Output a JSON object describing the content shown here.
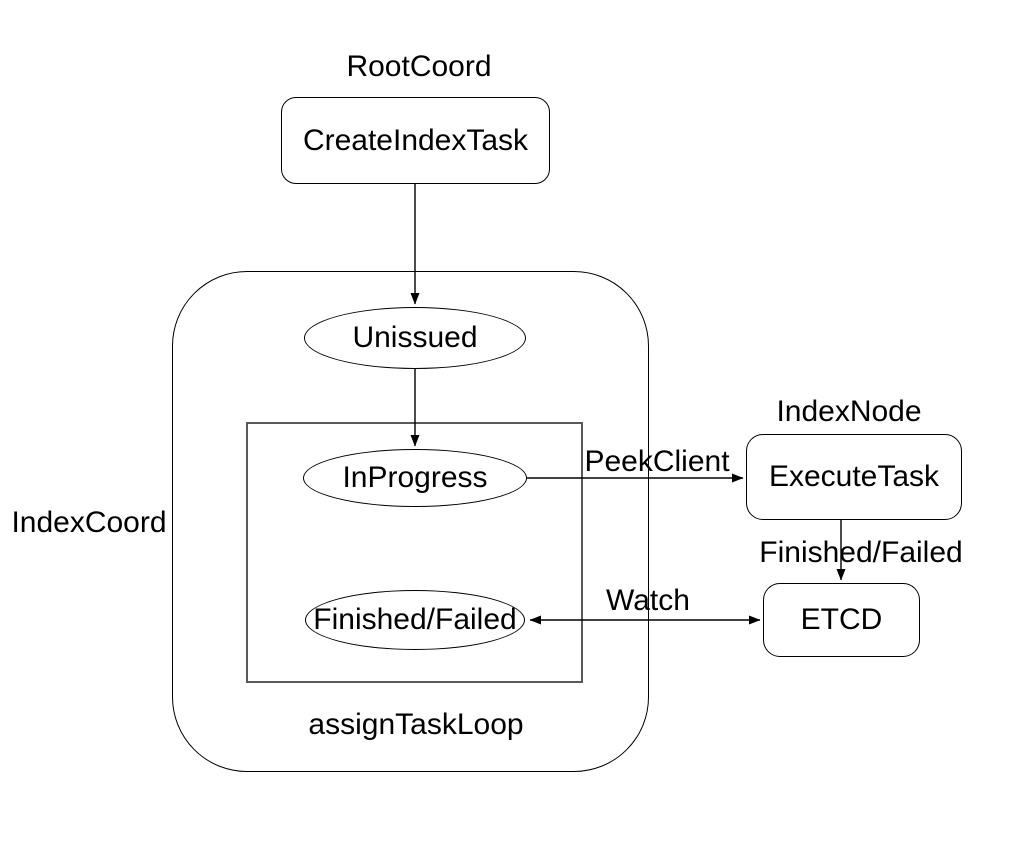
{
  "labels": {
    "root_coord": "RootCoord",
    "index_node": "IndexNode",
    "index_coord": "IndexCoord",
    "assign_task_loop": "assignTaskLoop"
  },
  "nodes": {
    "create_index_task": {
      "label": "CreateIndexTask",
      "shape": "rounded-rect"
    },
    "unissued": {
      "label": "Unissued",
      "shape": "ellipse"
    },
    "in_progress": {
      "label": "InProgress",
      "shape": "ellipse"
    },
    "finished_failed": {
      "label": "Finished/Failed",
      "shape": "ellipse"
    },
    "execute_task": {
      "label": "ExecuteTask",
      "shape": "rounded-rect"
    },
    "etcd": {
      "label": "ETCD",
      "shape": "rounded-rect"
    }
  },
  "edges": [
    {
      "from": "create_index_task",
      "to": "unissued",
      "label": "",
      "direction": "forward"
    },
    {
      "from": "unissued",
      "to": "in_progress",
      "label": "",
      "direction": "forward"
    },
    {
      "from": "in_progress",
      "to": "execute_task",
      "label": "PeekClient",
      "direction": "forward"
    },
    {
      "from": "execute_task",
      "to": "etcd",
      "label": "Finished/Failed",
      "direction": "forward"
    },
    {
      "from": "finished_failed",
      "to": "etcd",
      "label": "Watch",
      "direction": "bidirectional"
    }
  ],
  "colors": {
    "stroke": "#000000",
    "inner_box_stroke": "#595959",
    "text": "#000000",
    "background": "#ffffff"
  }
}
